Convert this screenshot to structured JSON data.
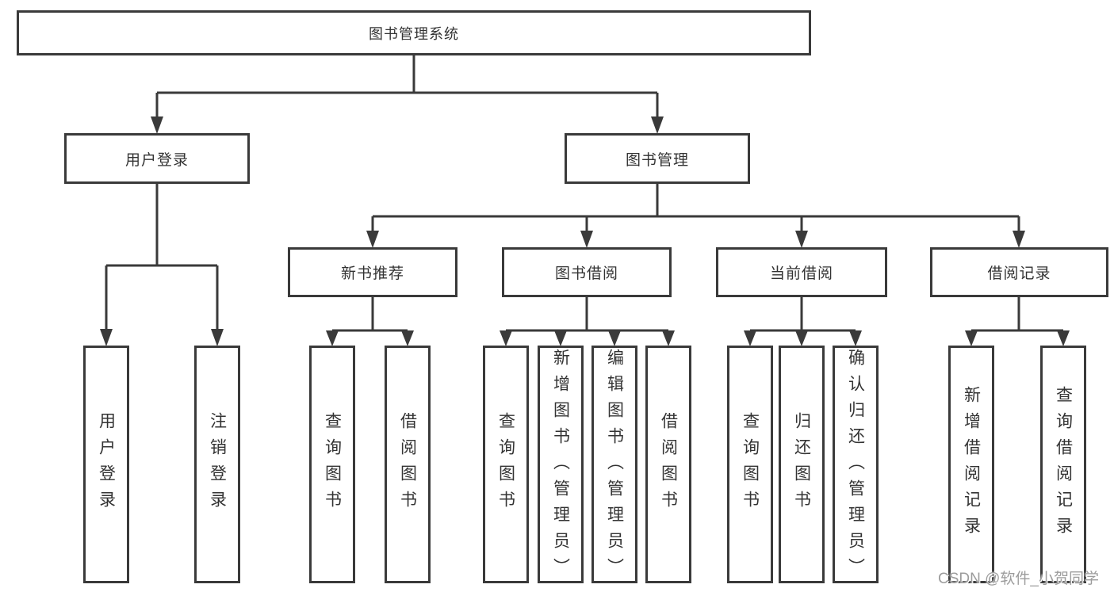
{
  "diagram": {
    "type": "hierarchy-tree",
    "root": {
      "label": "图书管理系统"
    },
    "level2": [
      {
        "label": "用户登录",
        "parent": "图书管理系统"
      },
      {
        "label": "图书管理",
        "parent": "图书管理系统"
      }
    ],
    "level3": [
      {
        "label": "新书推荐",
        "parent": "图书管理"
      },
      {
        "label": "图书借阅",
        "parent": "图书管理"
      },
      {
        "label": "当前借阅",
        "parent": "图书管理"
      },
      {
        "label": "借阅记录",
        "parent": "图书管理"
      }
    ],
    "leaves": [
      {
        "label": "用户登录",
        "parent": "用户登录"
      },
      {
        "label": "注销登录",
        "parent": "用户登录"
      },
      {
        "label": "查询图书",
        "parent": "新书推荐"
      },
      {
        "label": "借阅图书",
        "parent": "新书推荐"
      },
      {
        "label": "查询图书",
        "parent": "图书借阅"
      },
      {
        "label": "新增图书（管理员）",
        "parent": "图书借阅"
      },
      {
        "label": "编辑图书（管理员）",
        "parent": "图书借阅"
      },
      {
        "label": "借阅图书",
        "parent": "图书借阅"
      },
      {
        "label": "查询图书",
        "parent": "当前借阅"
      },
      {
        "label": "归还图书",
        "parent": "当前借阅"
      },
      {
        "label": "确认归还（管理员）",
        "parent": "当前借阅"
      },
      {
        "label": "新增借阅记录",
        "parent": "借阅记录"
      },
      {
        "label": "查询借阅记录",
        "parent": "借阅记录"
      }
    ],
    "colors": {
      "line": "#3a3a3a",
      "text": "#333333",
      "background": "#ffffff",
      "watermark": "#9c9c9c"
    }
  },
  "watermark": {
    "text": "CSDN @软件_小贺同学"
  }
}
